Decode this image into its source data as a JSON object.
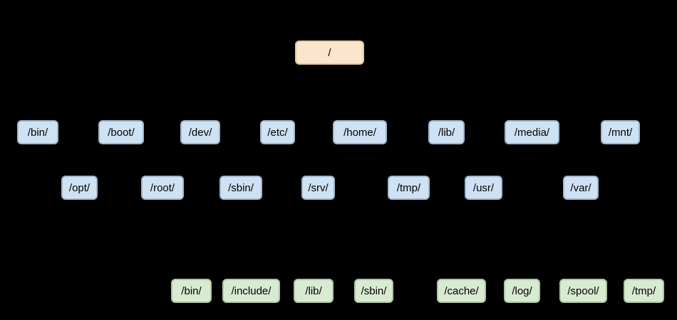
{
  "diagram": {
    "type": "tree",
    "description_colors": {
      "background": "#000000",
      "root_fill": "#fce5cd",
      "root_border": "#e3c7a3",
      "directory_fill": "#cfe2f3",
      "directory_border": "#9fb8cf",
      "subdirectory_fill": "#d9ead3",
      "subdirectory_border": "#afc5a6",
      "text": "#000000"
    },
    "tree": {
      "root": "/",
      "level1": [
        "/bin/",
        "/boot/",
        "/dev/",
        "/etc/",
        "/home/",
        "/lib/",
        "/media/",
        "/mnt/",
        "/opt/",
        "/root/",
        "/sbin/",
        "/srv/",
        "/tmp/",
        "/usr/",
        "/var/"
      ],
      "usr_children": [
        "/bin/",
        "/include/",
        "/lib/",
        "/sbin/"
      ],
      "var_children": [
        "/cache/",
        "/log/",
        "/spool/",
        "/tmp/"
      ]
    }
  }
}
